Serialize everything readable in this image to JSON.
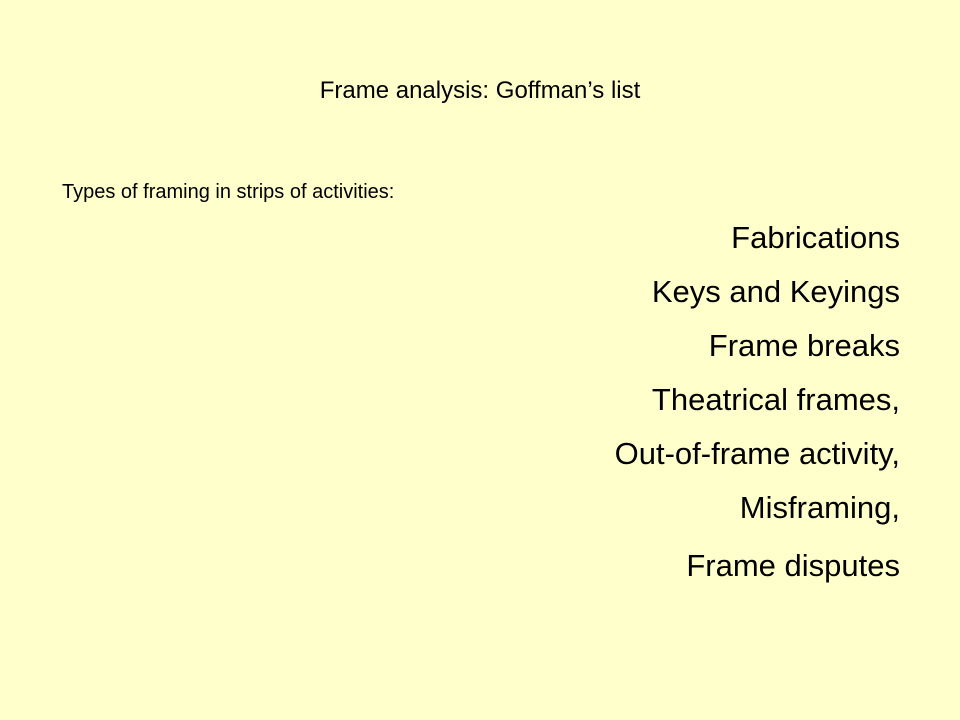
{
  "slide": {
    "title": "Frame analysis:  Goffman’s list",
    "subtitle": "Types of framing in strips of activities:",
    "items": [
      "Fabrications",
      "Keys and Keyings",
      "Frame breaks",
      "Theatrical  frames,",
      "Out-of-frame activity,",
      "Misframing,",
      "Frame disputes"
    ],
    "background_color": "#ffffcc"
  }
}
